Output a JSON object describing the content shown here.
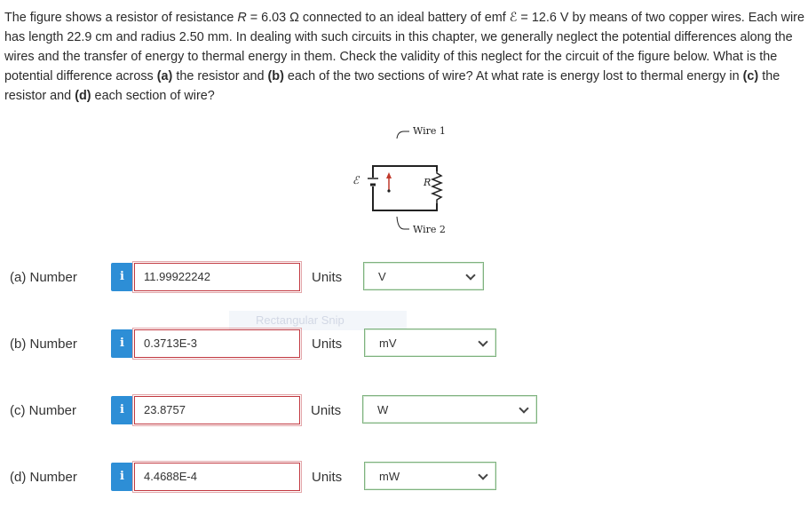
{
  "question": {
    "text_1": "The figure shows a resistor of resistance ",
    "R_sym": "R",
    "text_2": " = 6.03 Ω connected to an ideal battery of emf ",
    "emf_sym": "ℰ",
    "text_3": " = 12.6 V by means of two copper wires. Each wire has length 22.9 cm and radius 2.50 mm. In dealing with such circuits in this chapter, we generally neglect the potential differences along the wires and the transfer of energy to thermal energy in them. Check the validity of this neglect for the circuit of the figure below. What is the potential difference across ",
    "a": "(a)",
    "text_4": " the resistor and ",
    "b": "(b)",
    "text_5": " each of the two sections of wire? At what rate is energy lost to thermal energy in ",
    "c": "(c)",
    "text_6": " the resistor and ",
    "d": "(d)",
    "text_7": " each section of wire?"
  },
  "figure": {
    "wire1_label": "Wire 1",
    "wire2_label": "Wire 2",
    "resistor_label": "R",
    "emf_label": "ℰ"
  },
  "ghost_tooltip": "Rectangular Snip",
  "parts": [
    {
      "label": "(a)  Number",
      "info": "i",
      "value": "11.99922242",
      "units_label": "Units",
      "unit": "V"
    },
    {
      "label": "(b)  Number",
      "info": "i",
      "value": "0.3713E-3",
      "units_label": "Units",
      "unit": "mV"
    },
    {
      "label": "(c)  Number",
      "info": "i",
      "value": "23.8757",
      "units_label": "Units",
      "unit": "W"
    },
    {
      "label": "(d)  Number",
      "info": "i",
      "value": "4.4688E-4",
      "units_label": "Units",
      "unit": "mW"
    }
  ],
  "colors": {
    "info_bg": "#2d8ed6",
    "answer_border": "#c1373f",
    "select_border": "#7fb27f"
  }
}
